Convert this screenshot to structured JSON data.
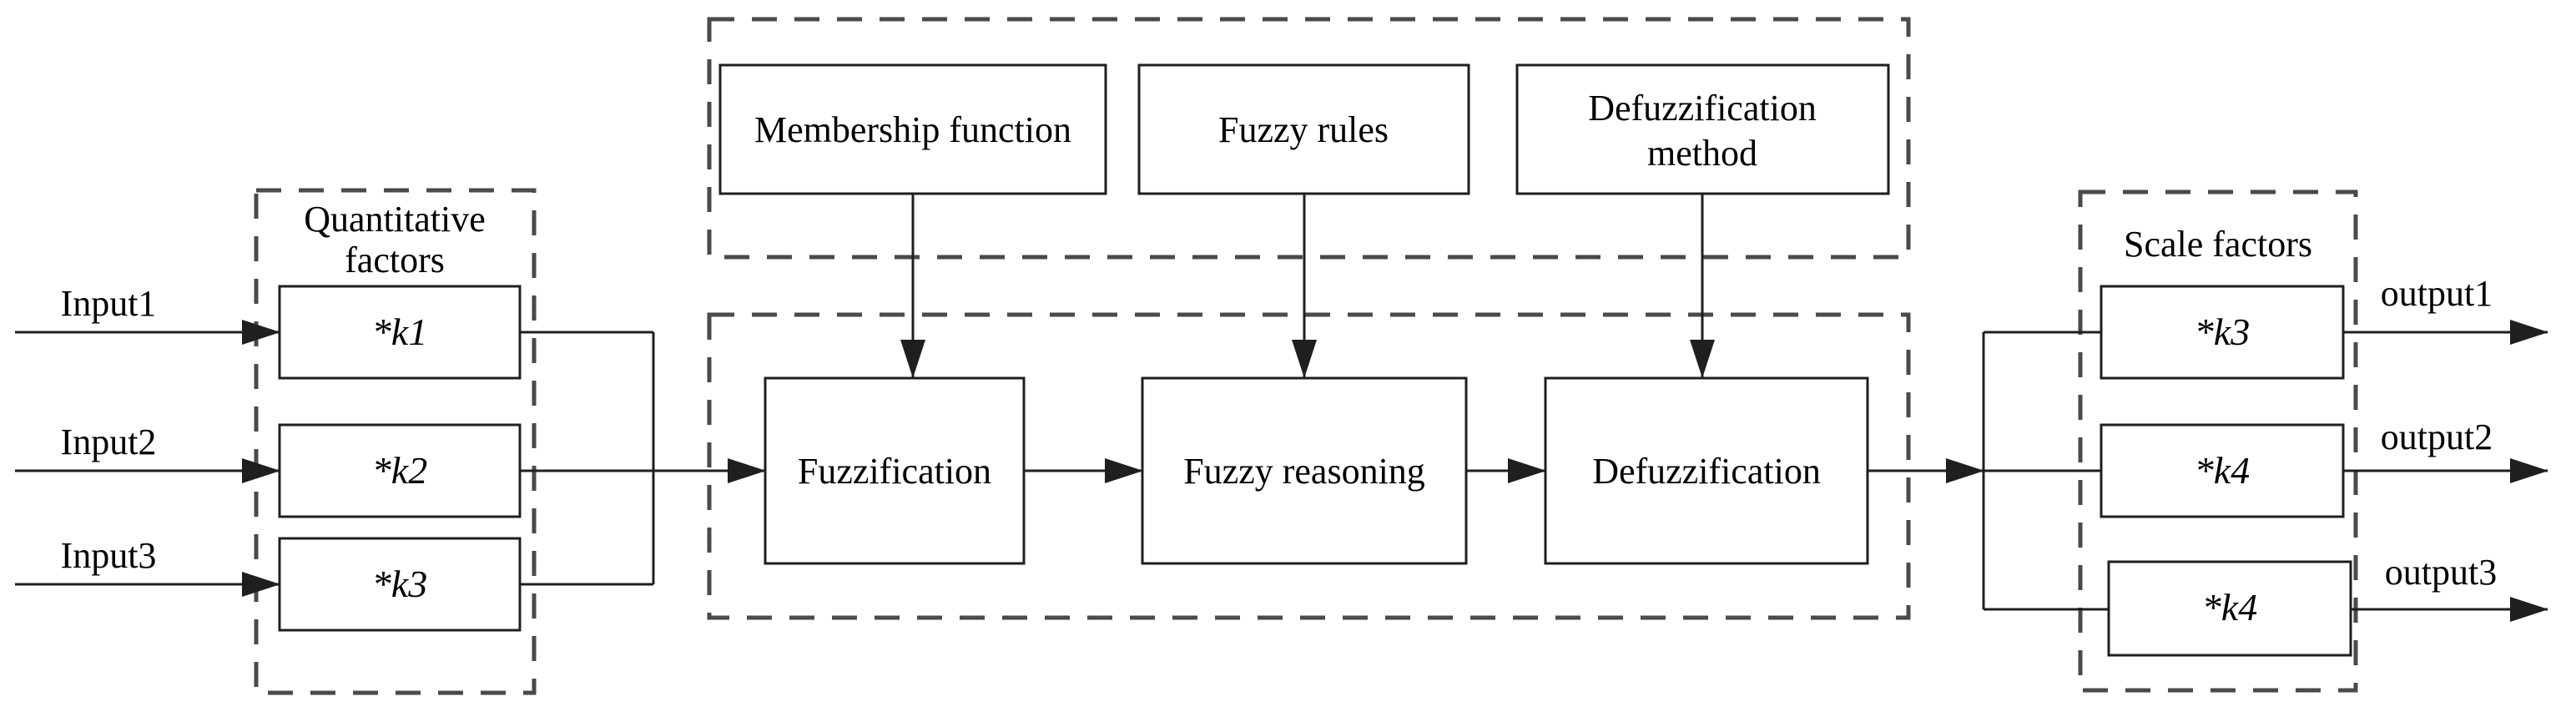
{
  "colors": {
    "solid_line": "#1f1f1f",
    "dashed_line": "#4a4a4a",
    "text": "#000000",
    "background": "#ffffff"
  },
  "left": {
    "inputs": [
      "Input1",
      "Input2",
      "Input3"
    ],
    "group_title": {
      "line1": "Quantitative",
      "line2": "factors"
    },
    "gain_boxes": [
      "*k1",
      "*k2",
      "*k3"
    ]
  },
  "knowledge": {
    "membership_function": "Membership function",
    "fuzzy_rules": "Fuzzy rules",
    "defuzzification_method": {
      "line1": "Defuzzification",
      "line2": "method"
    }
  },
  "process": {
    "fuzzification": "Fuzzification",
    "fuzzy_reasoning": "Fuzzy reasoning",
    "defuzzification": "Defuzzification"
  },
  "right": {
    "group_title": "Scale factors",
    "gain_boxes": [
      "*k3",
      "*k4",
      "*k4"
    ],
    "outputs": [
      "output1",
      "output2",
      "output3"
    ]
  }
}
